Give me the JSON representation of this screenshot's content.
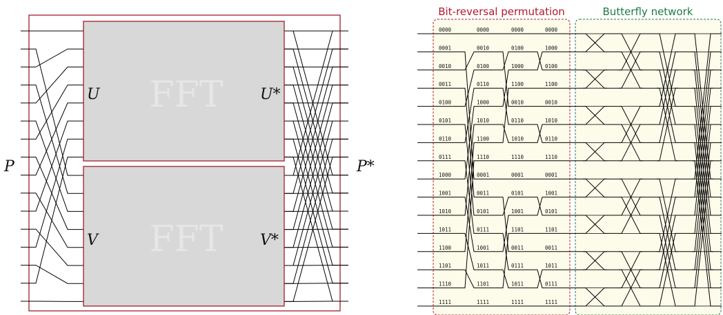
{
  "left_diagram": {
    "input_label": "P",
    "output_label": "P*",
    "blocks": [
      {
        "title": "FFT",
        "in_label": "U",
        "out_label": "U*"
      },
      {
        "title": "FFT",
        "in_label": "V",
        "out_label": "V*"
      }
    ],
    "colors": {
      "frame": "#a01c2a",
      "block_fill": "#d8d8d8",
      "block_border": "#a01c2a",
      "wire": "#000000"
    }
  },
  "right_diagram": {
    "bit_reversal_title": "Bit-reversal permutation",
    "butterfly_title": "Butterfly network",
    "colors": {
      "bit_reversal": "#b0192d",
      "butterfly": "#1f7a44",
      "background": "#fdfbea",
      "wire": "#000000"
    },
    "bit_columns": [
      [
        "0000",
        "0001",
        "0010",
        "0011",
        "0100",
        "0101",
        "0110",
        "0111",
        "1000",
        "1001",
        "1010",
        "1011",
        "1100",
        "1101",
        "1110",
        "1111"
      ],
      [
        "0000",
        "0010",
        "0100",
        "0110",
        "1000",
        "1010",
        "1100",
        "1110",
        "0001",
        "0011",
        "0101",
        "0111",
        "1001",
        "1011",
        "1101",
        "1111"
      ],
      [
        "0000",
        "0100",
        "1000",
        "1100",
        "0010",
        "0110",
        "1010",
        "1110",
        "0001",
        "0101",
        "1001",
        "1101",
        "0011",
        "0111",
        "1011",
        "1111"
      ],
      [
        "0000",
        "1000",
        "0100",
        "1100",
        "0010",
        "1010",
        "0110",
        "1110",
        "0001",
        "1001",
        "0101",
        "1101",
        "0011",
        "1011",
        "0111",
        "1111"
      ]
    ]
  }
}
